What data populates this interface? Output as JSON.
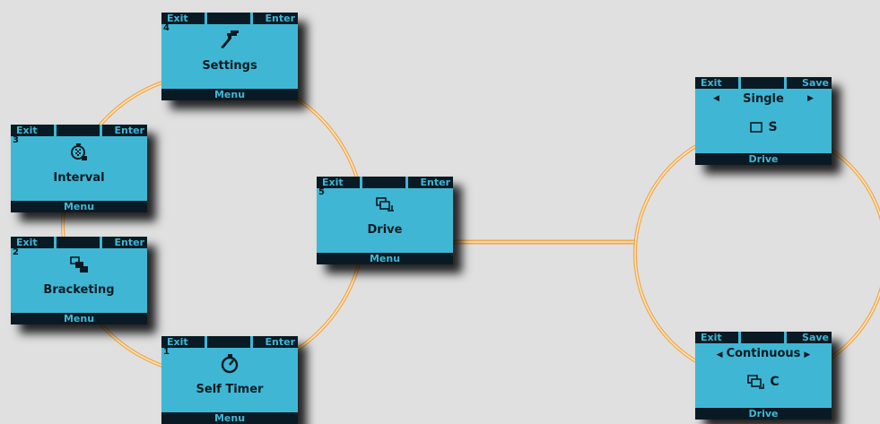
{
  "menu_screens": [
    {
      "id": "settings",
      "number": "4",
      "title": "Settings",
      "left_label": "Exit",
      "right_label": "Enter",
      "bottom_label": "Menu",
      "icon": "wrench-icon"
    },
    {
      "id": "interval",
      "number": "3",
      "title": "Interval",
      "left_label": "Exit",
      "right_label": "Enter",
      "bottom_label": "Menu",
      "icon": "interval-timer-icon"
    },
    {
      "id": "bracketing",
      "number": "2",
      "title": "Bracketing",
      "left_label": "Exit",
      "right_label": "Enter",
      "bottom_label": "Menu",
      "icon": "bracketing-icon"
    },
    {
      "id": "self-timer",
      "number": "1",
      "title": "Self Timer",
      "left_label": "Exit",
      "right_label": "Enter",
      "bottom_label": "Menu",
      "icon": "stopwatch-icon"
    },
    {
      "id": "drive",
      "number": "5",
      "title": "Drive",
      "left_label": "Exit",
      "right_label": "Enter",
      "bottom_label": "Menu",
      "icon": "drive-frames-icon"
    }
  ],
  "drive_screens": [
    {
      "id": "single",
      "left_label": "Exit",
      "right_label": "Save",
      "option": "Single",
      "mode_label": "S",
      "bottom_label": "Drive",
      "icon": "single-frame-icon"
    },
    {
      "id": "continuous",
      "left_label": "Exit",
      "right_label": "Save",
      "option": "Continuous",
      "mode_label": "C",
      "bottom_label": "Drive",
      "icon": "continuous-frames-icon"
    }
  ],
  "colors": {
    "background": "#e0e0e0",
    "screen": "#3fb7d4",
    "bar": "#0a1a24",
    "connector": "#f0a848"
  }
}
